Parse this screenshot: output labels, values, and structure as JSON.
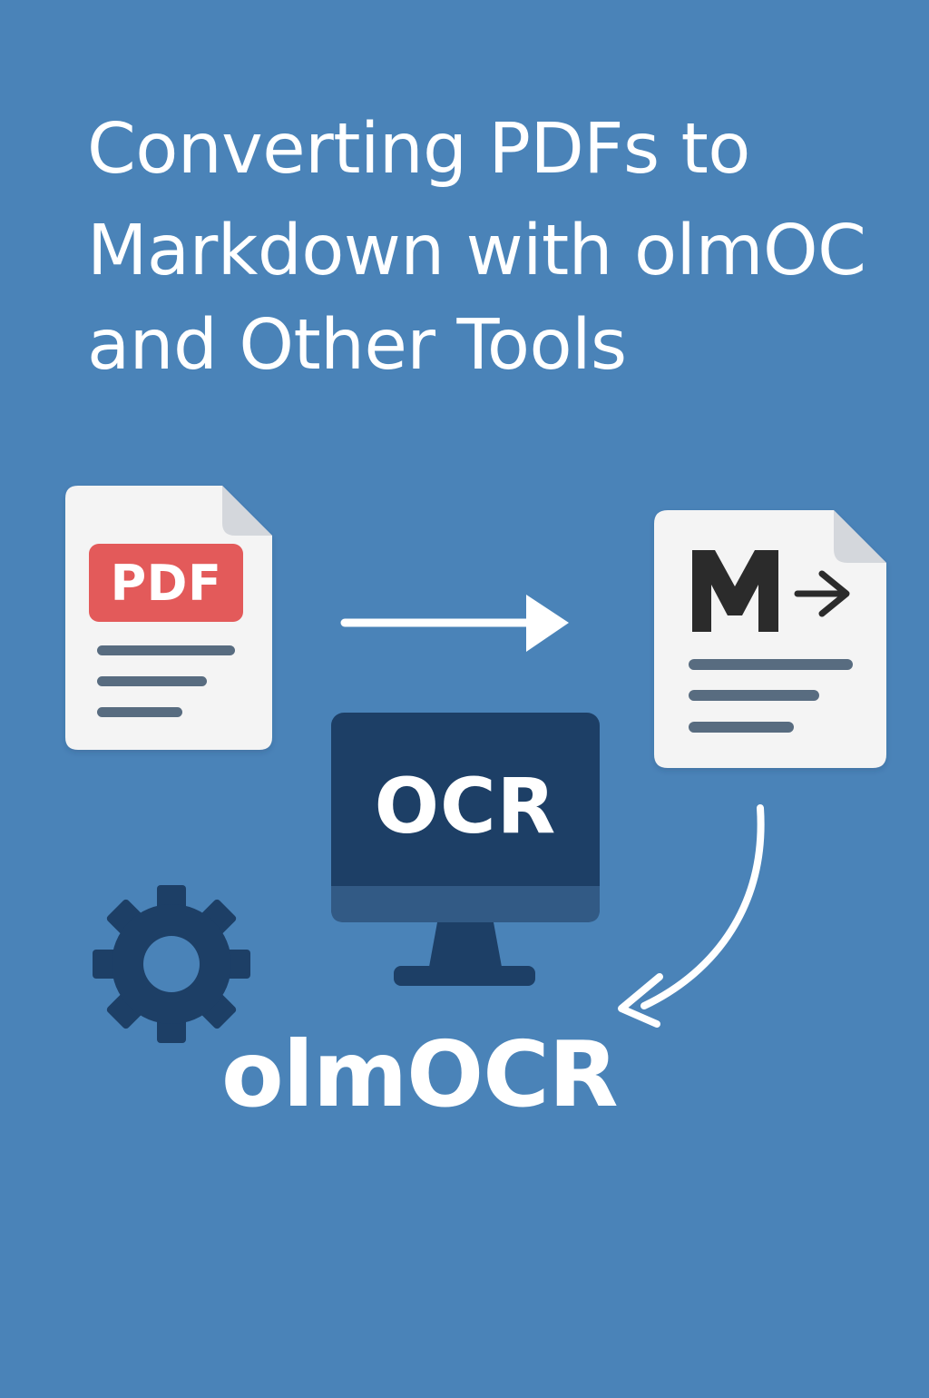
{
  "title": {
    "line1": "Converting PDFs to",
    "line2": "Markdown with olmOC",
    "line3": "and Other Tools"
  },
  "icons": {
    "source_document": "pdf-document-icon",
    "markdown_document": "markdown-document-icon",
    "monitor": "monitor-icon",
    "gear": "gear-icon",
    "forward_arrow": "arrow-right-icon",
    "curved_arrow": "curved-arrow-icon"
  },
  "labels": {
    "pdf_badge": "PDF",
    "monitor_text": "OCR",
    "brand": "olmOCR"
  },
  "colors": {
    "background": "#4a83b8",
    "pdf_badge": "#e35a5a",
    "monitor_screen": "#1d3f66",
    "monitor_base": "#274c73",
    "gear": "#1d3f66",
    "document_lines": "#586c80",
    "markdown_mark": "#2b2b2b"
  }
}
